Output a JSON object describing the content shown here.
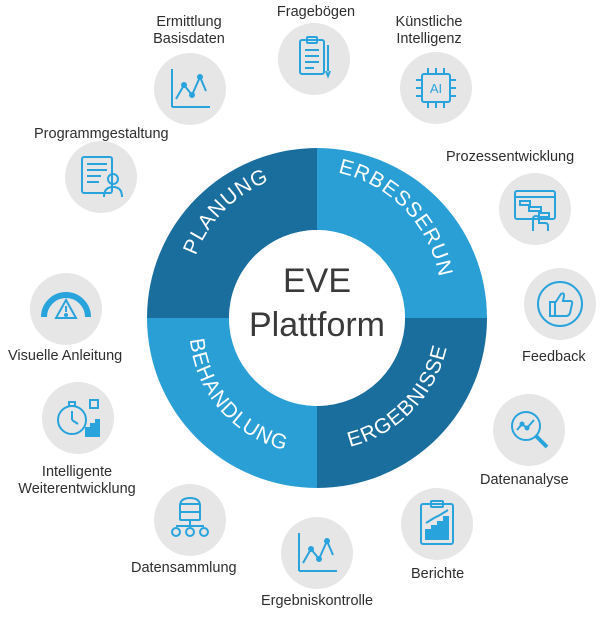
{
  "center": {
    "line1": "EVE",
    "line2": "Plattform"
  },
  "segments": [
    {
      "key": "planung",
      "label": "PLANUNG",
      "color": "#1a6e9e"
    },
    {
      "key": "verbesserung",
      "label": "VERBESSERUNG",
      "color": "#2a9fd6"
    },
    {
      "key": "ergebnisse",
      "label": "ERGEBNISSE",
      "color": "#1a6e9e"
    },
    {
      "key": "behandlung",
      "label": "BEHANDLUNG",
      "color": "#2a9fd6"
    }
  ],
  "items": [
    {
      "key": "fragebogen",
      "label": "Fragebögen",
      "icon": "clipboard-icon"
    },
    {
      "key": "ki",
      "label": "Künstliche Intelligenz",
      "line1": "Künstliche",
      "line2": "Intelligenz",
      "icon": "ai-chip-icon"
    },
    {
      "key": "prozess",
      "label": "Prozessentwicklung",
      "icon": "process-screen-icon"
    },
    {
      "key": "feedback",
      "label": "Feedback",
      "icon": "thumbs-up-icon"
    },
    {
      "key": "datenanalyse",
      "label": "Datenanalyse",
      "icon": "magnifier-chart-icon"
    },
    {
      "key": "berichte",
      "label": "Berichte",
      "icon": "report-chart-icon"
    },
    {
      "key": "ergebniskontrolle",
      "label": "Ergebniskontrolle",
      "icon": "line-chart-icon"
    },
    {
      "key": "datensammlung",
      "label": "Datensammlung",
      "icon": "database-users-icon"
    },
    {
      "key": "intelligente",
      "label": "Intelligente Weiterentwicklung",
      "line1": "Intelligente",
      "line2": "Weiterentwicklung",
      "icon": "stopwatch-growth-icon"
    },
    {
      "key": "visuelle",
      "label": "Visuelle Anleitung",
      "icon": "gauge-warning-icon"
    },
    {
      "key": "programm",
      "label": "Programmgestaltung",
      "icon": "document-person-icon"
    },
    {
      "key": "ermittlung",
      "label": "Ermittlung Basisdaten",
      "line1": "Ermittlung",
      "line2": "Basisdaten",
      "icon": "line-chart-icon"
    }
  ],
  "colors": {
    "dark": "#1a6e9e",
    "light": "#2a9fd6",
    "icon": "#29a3dc",
    "circle": "#e6e6e6",
    "center_text": "#3a3a3a"
  }
}
